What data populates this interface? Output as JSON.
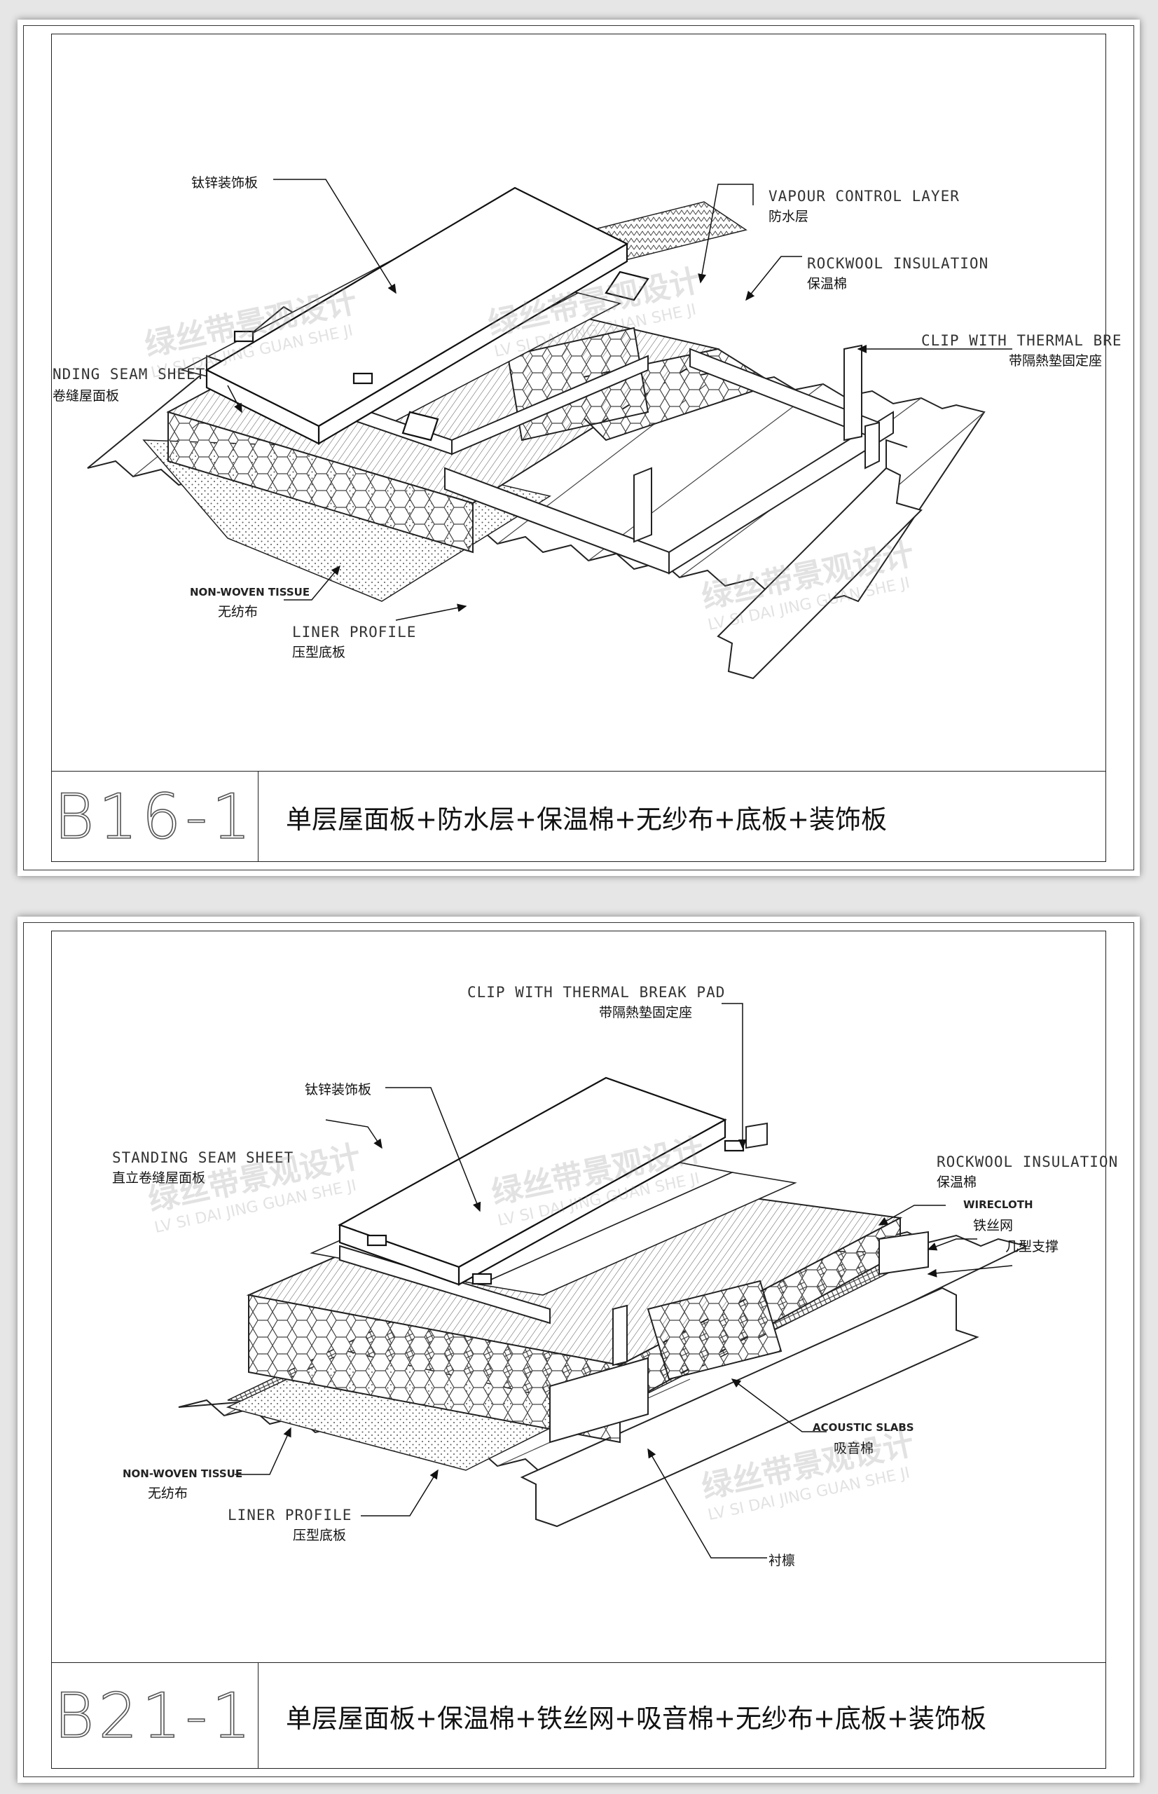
{
  "sheet1": {
    "code": "B16-1",
    "description": "单层屋面板+防水层+保温棉+无纱布+底板+装饰板",
    "labels": {
      "panel_zh": "钛锌装饰板",
      "vapour_en": "VAPOUR CONTROL LAYER",
      "vapour_zh": "防水层",
      "rockwool_en": "ROCKWOOL INSULATION",
      "rockwool_zh": "保温棉",
      "clip_en": "CLIP WITH THERMAL BRE",
      "clip_zh": "带隔熱墊固定座",
      "seam_en": "NDING SEAM SHEET",
      "seam_zh": "卷缝屋面板",
      "tissue_en": "NON-WOVEN TISSUE",
      "tissue_zh": "无纺布",
      "liner_en": "LINER PROFILE",
      "liner_zh": "压型底板"
    },
    "watermark_zh": "绿丝带景观设计",
    "watermark_en": "LV SI DAI JING GUAN SHE JI"
  },
  "sheet2": {
    "code": "B21-1",
    "description": "单层屋面板+保温棉+铁丝网+吸音棉+无纱布+底板+装饰板",
    "labels": {
      "clip_en": "CLIP WITH THERMAL BREAK PAD",
      "clip_zh": "带隔熱墊固定座",
      "panel_zh": "钛锌装饰板",
      "seam_en": "STANDING SEAM SHEET",
      "seam_zh": "直立卷缝屋面板",
      "rockwool_en": "ROCKWOOL INSULATION",
      "rockwool_zh": "保温棉",
      "wirecloth_en": "WIRECLOTH",
      "wirecloth_zh": "铁丝网",
      "support_zh": "几型支撑",
      "acoustic_en": "ACOUSTIC SLABS",
      "acoustic_zh": "吸音棉",
      "tissue_en": "NON-WOVEN TISSUE",
      "tissue_zh": "无纺布",
      "liner_en": "LINER PROFILE",
      "liner_zh": "压型底板",
      "purlin_zh": "衬檩"
    },
    "watermark_zh": "绿丝带景观设计",
    "watermark_en": "LV SI DAI JING GUAN SHE JI"
  }
}
